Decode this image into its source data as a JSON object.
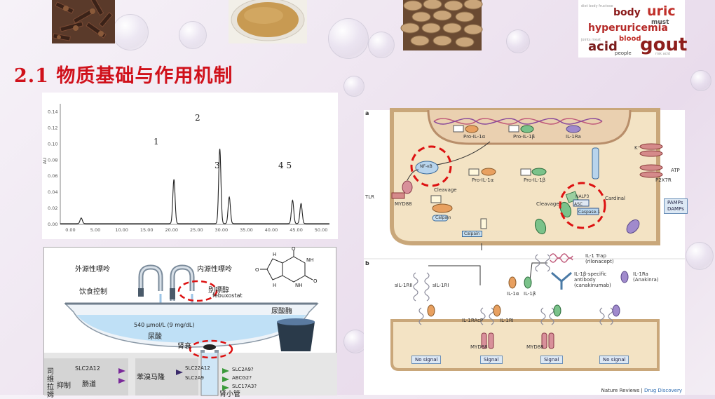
{
  "title": "2.1 物质基础与作用机制",
  "top_images": {
    "cloves": "clove-photo",
    "powder": "powder-photo",
    "tablets": "tablets-photo",
    "wordcloud": {
      "words": [
        "uric",
        "body",
        "hyperuricemia",
        "acid",
        "gout",
        "blood",
        "must",
        "people"
      ]
    }
  },
  "chromatogram": {
    "ylabel": "AU",
    "yticks": [
      "0.14",
      "0.12",
      "0.10",
      "0.08",
      "0.06",
      "0.04",
      "0.02",
      "0.00"
    ],
    "xticks": [
      "0.00",
      "5.00",
      "10.00",
      "15.00",
      "20.00",
      "25.00",
      "30.00",
      "35.00",
      "40.00",
      "45.00",
      "50.00"
    ],
    "peak_labels": [
      "1",
      "2",
      "3",
      "4 5"
    ]
  },
  "chart_data": {
    "type": "line",
    "ylabel": "AU",
    "ylim": [
      0,
      0.15
    ],
    "xlim": [
      -2,
      52
    ],
    "peaks": [
      {
        "x": 2.2,
        "height": 0.007
      },
      {
        "x": 20.8,
        "height": 0.055
      },
      {
        "x": 30.0,
        "height": 0.093
      },
      {
        "x": 31.9,
        "height": 0.033
      },
      {
        "x": 44.6,
        "height": 0.029
      },
      {
        "x": 46.3,
        "height": 0.025
      }
    ],
    "peak_labels": [
      "1",
      "2",
      "3",
      "4 5"
    ]
  },
  "urate_panel": {
    "exogenous": "外源性嘌呤",
    "endogenous": "内源性嘌呤",
    "diet": "饮食控制",
    "xo_inhibitor": "别嘌醇",
    "febuxostat": "febuxostat",
    "uricase": "尿酸酶",
    "level": "540 μmol/L (9 mg/dL)",
    "uric_acid": "尿酸",
    "kidney": "肾衰",
    "intestine_ctrl": "肠道",
    "inhibit": "抑制",
    "transporter1": "SLC2A12",
    "benzbromarone": "苯溴马隆",
    "t2": "SLC22A12",
    "t3": "SLC2A9",
    "t4": "SLC2A9?",
    "t5": "ABCG2?",
    "t6": "SLC17A3?",
    "bottom": "肾小管",
    "side_label": "司维拉姆"
  },
  "pathway": {
    "panel_a": "a",
    "panel_b": "b",
    "pro_il1a": "Pro-IL-1α",
    "pro_il1b": "Pro-IL-1β",
    "il1ra": "IL-1Ra",
    "nfkb": "NF-κB",
    "pro_il1a_2": "Pro-IL-1α",
    "pro_il1b_2": "Pro-IL-1β",
    "cleavage": "Cleavage",
    "cleavage2": "Cleavage",
    "calpain": "Calpain",
    "calpain2": "Calpain",
    "tlr": "TLR",
    "myd88": "MYD88",
    "nalp3": "NALP3",
    "asc": "ASC",
    "caspase1": "Caspase-1",
    "cardinal": "Cardinal",
    "kplus": "K⁺",
    "atp": "ATP",
    "p2x7r": "P2X7R",
    "pamps": "PAMPs",
    "damps": "DAMPs",
    "il1trap": "IL-1 Trap",
    "rilonacept": "(rilonacept)",
    "il1b_ab": "IL-1β-specific",
    "antibody": "antibody",
    "canakinumab": "(canakinumab)",
    "il1ra_b": "IL-1Ra",
    "anakinra": "(Anakinra)",
    "sil1ri": "sIL-1RII",
    "sil1ri2": "sIL-1RI",
    "il1a": "IL-1α",
    "il1b": "IL-1β",
    "il1racp": "IL-1RAcP",
    "il1ri": "IL-1RI",
    "myd88_b1": "MYD88",
    "myd88_b2": "MYD88",
    "no_signal1": "No signal",
    "signal1": "Signal",
    "signal2": "Signal",
    "no_signal2": "No signal",
    "nr": "Nature Reviews",
    "dd": "Drug Discovery"
  }
}
